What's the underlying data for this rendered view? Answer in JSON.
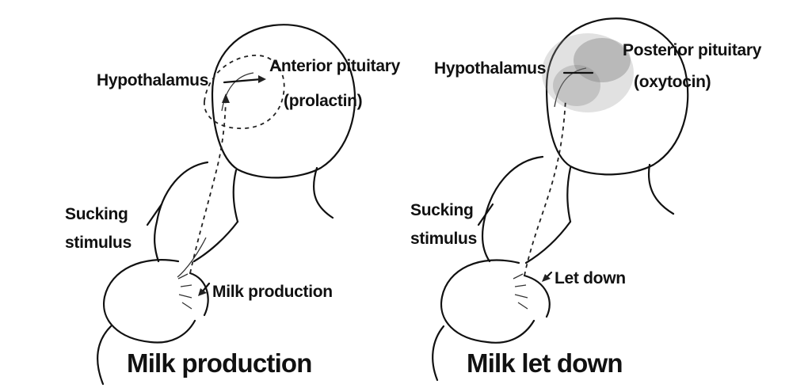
{
  "panels": {
    "left": {
      "hypothalamus": "Hypothalamus",
      "pituitary": "Anterior pituitary",
      "hormone": "(prolactin)",
      "stimulus_line1": "Sucking",
      "stimulus_line2": "stimulus",
      "effect": "Milk production",
      "caption": "Milk production"
    },
    "right": {
      "hypothalamus": "Hypothalamus",
      "pituitary": "Posterior pituitary",
      "hormone": "(oxytocin)",
      "stimulus_line1": "Sucking",
      "stimulus_line2": "stimulus",
      "effect": "Let down",
      "caption": "Milk let down"
    }
  }
}
